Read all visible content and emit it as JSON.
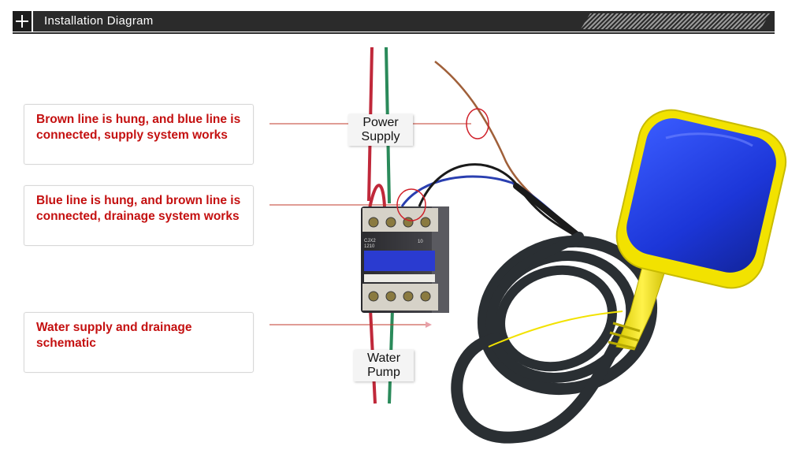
{
  "header": {
    "title": "Installation Diagram"
  },
  "callouts": [
    {
      "text": "Brown line is hung, and blue line is connected, supply system works"
    },
    {
      "text": "Blue line is hung, and brown line is connected, drainage system works"
    },
    {
      "text": "Water supply and drainage schematic"
    }
  ],
  "labels": {
    "power": "Power Supply",
    "pump": "Water Pump"
  },
  "contactor": {
    "model": "CJX2",
    "code": "1210",
    "rating": "10"
  },
  "colors": {
    "header_bg": "#2b2b2b",
    "callout_text": "#c41010",
    "pointer_line": "#c0392b",
    "wire_red": "#c0283a",
    "wire_green": "#2a8a5a",
    "wire_brown": "#a0603a",
    "wire_blue": "#2a3fb0",
    "float_blue": "#1e3ee0",
    "float_yellow": "#f2e200",
    "cable": "#2a2f33"
  }
}
